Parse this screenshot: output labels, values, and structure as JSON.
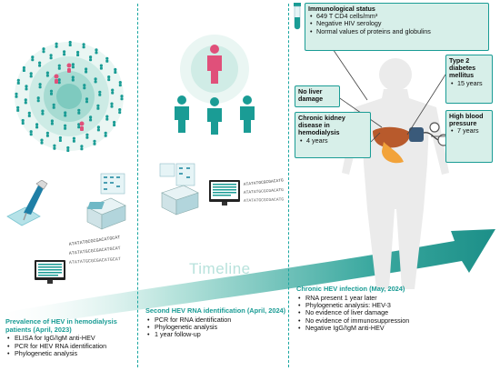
{
  "timeline_label": "Timeline",
  "stage1": {
    "title": "Prevalence of HEV in hemodialysis patients (April, 2023)",
    "bullets": [
      "ELISA for IgG/IgM anti-HEV",
      "PCR for HEV RNA identification",
      "Phylogenetic analysis"
    ]
  },
  "stage2": {
    "title": "Second HEV RNA identification (April, 2024)",
    "bullets": [
      "PCR for RNA identification",
      "Phylogenetic analysis",
      "1 year follow-up"
    ]
  },
  "stage3": {
    "title": "Chronic HEV infection (May, 2024)",
    "bullets": [
      "RNA present 1 year later",
      "Phylogenetic analysis: HEV-3",
      "No evidence of liver damage",
      "No evidence of immunosuppression",
      "Negative IgG/IgM anti-HEV"
    ]
  },
  "immuno": {
    "title": "Immunological status",
    "bullets": [
      "649 T CD4 cells/mm³",
      "Negative HIV serology",
      "Normal values of proteins and globulins"
    ]
  },
  "boxes": {
    "no_liver": "No liver damage",
    "ckd_title": "Chronic kidney disease in hemodialysis",
    "ckd_detail": "4 years",
    "diabetes_title": "Type 2 diabetes mellitus",
    "diabetes_detail": "15 years",
    "bp_title": "High blood pressure",
    "bp_detail": "7 years"
  },
  "sequence_text": "ATATATGCGCGACATGCAT",
  "colors": {
    "teal": "#1a9c95",
    "teal_light": "#d7efe9",
    "pink": "#e0507a",
    "arrow": "#2a9d96",
    "body": "#ebebeb"
  }
}
